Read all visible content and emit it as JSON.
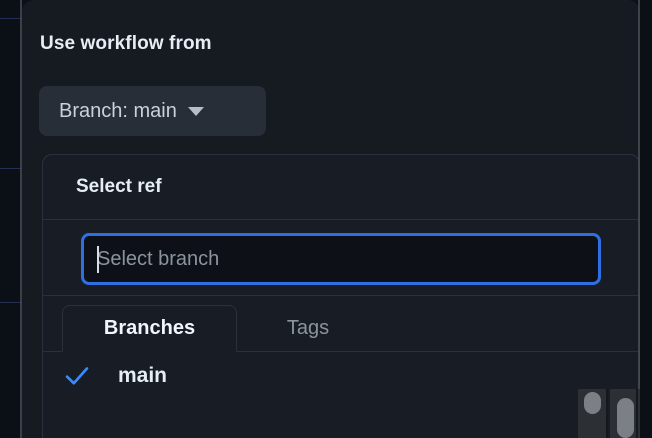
{
  "dialog": {
    "title": "Use workflow from",
    "branch_button": {
      "label": "Branch: main",
      "caret_icon": "chevron-down-icon"
    }
  },
  "ref_popover": {
    "header_title": "Select ref",
    "search": {
      "placeholder": "Select branch",
      "value": "",
      "focused": true
    },
    "tabs": [
      {
        "label": "Branches",
        "active": true
      },
      {
        "label": "Tags",
        "active": false
      }
    ],
    "list": [
      {
        "label": "main",
        "selected": true,
        "icon": "check-icon"
      }
    ]
  },
  "colors": {
    "accent_blue": "#2f6fe4",
    "check_blue": "#388bfd",
    "dialog_bg": "#161b22",
    "popover_bg": "#181d25",
    "input_bg": "#0d1117",
    "border": "#2a313c",
    "text_primary": "#e6edf3",
    "text_muted": "#8b949e",
    "button_bg": "#272e37"
  }
}
